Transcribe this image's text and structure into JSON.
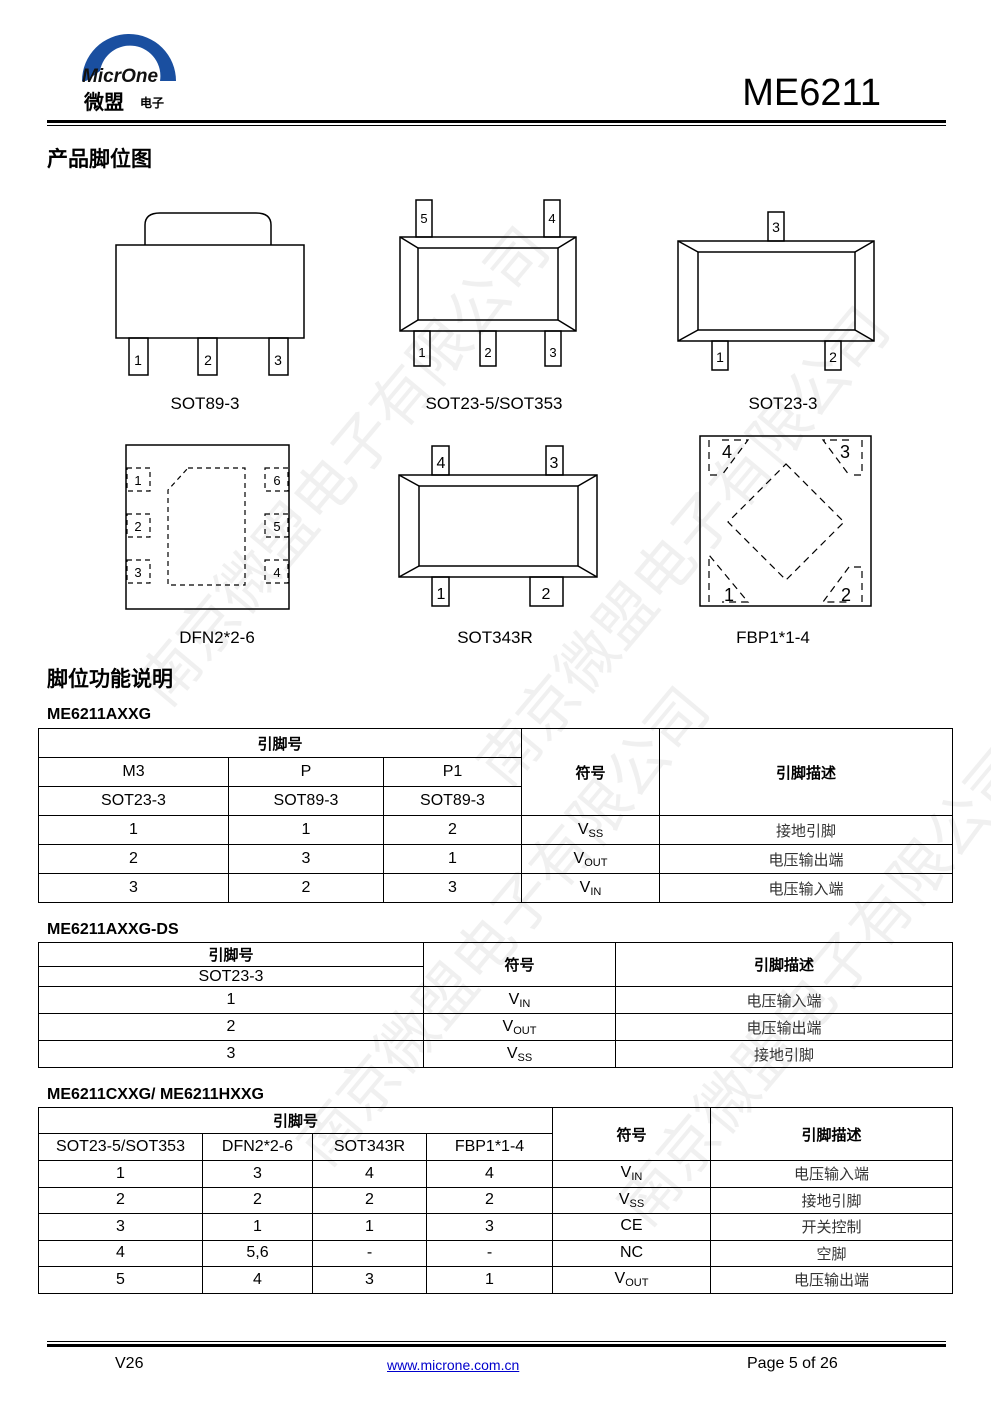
{
  "header": {
    "logo_text": "MicrOne",
    "logo_cn": "微盟",
    "logo_cn2": "电子",
    "doc_title": "ME6211"
  },
  "watermark": "南京微盟电子有限公司",
  "section1_title": "产品脚位图",
  "packages": {
    "sot89": {
      "name": "SOT89-3",
      "pins": [
        "1",
        "2",
        "3"
      ]
    },
    "sot235": {
      "name": "SOT23-5/SOT353",
      "pins": [
        "5",
        "4",
        "1",
        "2",
        "3"
      ]
    },
    "sot233": {
      "name": "SOT23-3",
      "pins": [
        "3",
        "1",
        "2"
      ]
    },
    "dfn": {
      "name": "DFN2*2-6",
      "pins": [
        "1",
        "2",
        "3",
        "6",
        "5",
        "4"
      ]
    },
    "sot343": {
      "name": "SOT343R",
      "pins": [
        "4",
        "3",
        "1",
        "2"
      ]
    },
    "fbp": {
      "name": "FBP1*1-4",
      "pins": [
        "4",
        "3",
        "1",
        "2"
      ]
    }
  },
  "section2_title": "脚位功能说明",
  "tables": [
    {
      "title": "ME6211AXXG",
      "group": "引脚号",
      "symbol_h": "符号",
      "desc_h": "引脚描述",
      "sub1": [
        "M3",
        "P",
        "P1"
      ],
      "sub2": [
        "SOT23-3",
        "SOT89-3",
        "SOT89-3"
      ],
      "rows": [
        {
          "pins": [
            "1",
            "1",
            "2"
          ],
          "sym": "V",
          "sub": "SS",
          "desc": "接地引脚"
        },
        {
          "pins": [
            "2",
            "3",
            "1"
          ],
          "sym": "V",
          "sub": "OUT",
          "desc": "电压输出端"
        },
        {
          "pins": [
            "3",
            "2",
            "3"
          ],
          "sym": "V",
          "sub": "IN",
          "desc": "电压输入端"
        }
      ]
    },
    {
      "title": "ME6211AXXG-DS",
      "group": "引脚号",
      "symbol_h": "符号",
      "desc_h": "引脚描述",
      "sub1": [
        "SOT23-3"
      ],
      "rows": [
        {
          "pins": [
            "1"
          ],
          "sym": "V",
          "sub": "IN",
          "desc": "电压输入端"
        },
        {
          "pins": [
            "2"
          ],
          "sym": "V",
          "sub": "OUT",
          "desc": "电压输出端"
        },
        {
          "pins": [
            "3"
          ],
          "sym": "V",
          "sub": "SS",
          "desc": "接地引脚"
        }
      ]
    },
    {
      "title": "ME6211CXXG/ ME6211HXXG",
      "group": "引脚号",
      "symbol_h": "符号",
      "desc_h": "引脚描述",
      "sub1": [
        "SOT23-5/SOT353",
        "DFN2*2-6",
        "SOT343R",
        "FBP1*1-4"
      ],
      "rows": [
        {
          "pins": [
            "1",
            "3",
            "4",
            "4"
          ],
          "sym": "V",
          "sub": "IN",
          "desc": "电压输入端"
        },
        {
          "pins": [
            "2",
            "2",
            "2",
            "2"
          ],
          "sym": "V",
          "sub": "SS",
          "desc": "接地引脚"
        },
        {
          "pins": [
            "3",
            "1",
            "1",
            "3"
          ],
          "sym": "CE",
          "sub": "",
          "desc": "开关控制"
        },
        {
          "pins": [
            "4",
            "5,6",
            "-",
            "-"
          ],
          "sym": "NC",
          "sub": "",
          "desc": "空脚"
        },
        {
          "pins": [
            "5",
            "4",
            "3",
            "1"
          ],
          "sym": "V",
          "sub": "OUT",
          "desc": "电压输出端"
        }
      ]
    }
  ],
  "footer": {
    "version": "V26",
    "url": "www.microne.com.cn",
    "page": "Page 5 of 26"
  }
}
